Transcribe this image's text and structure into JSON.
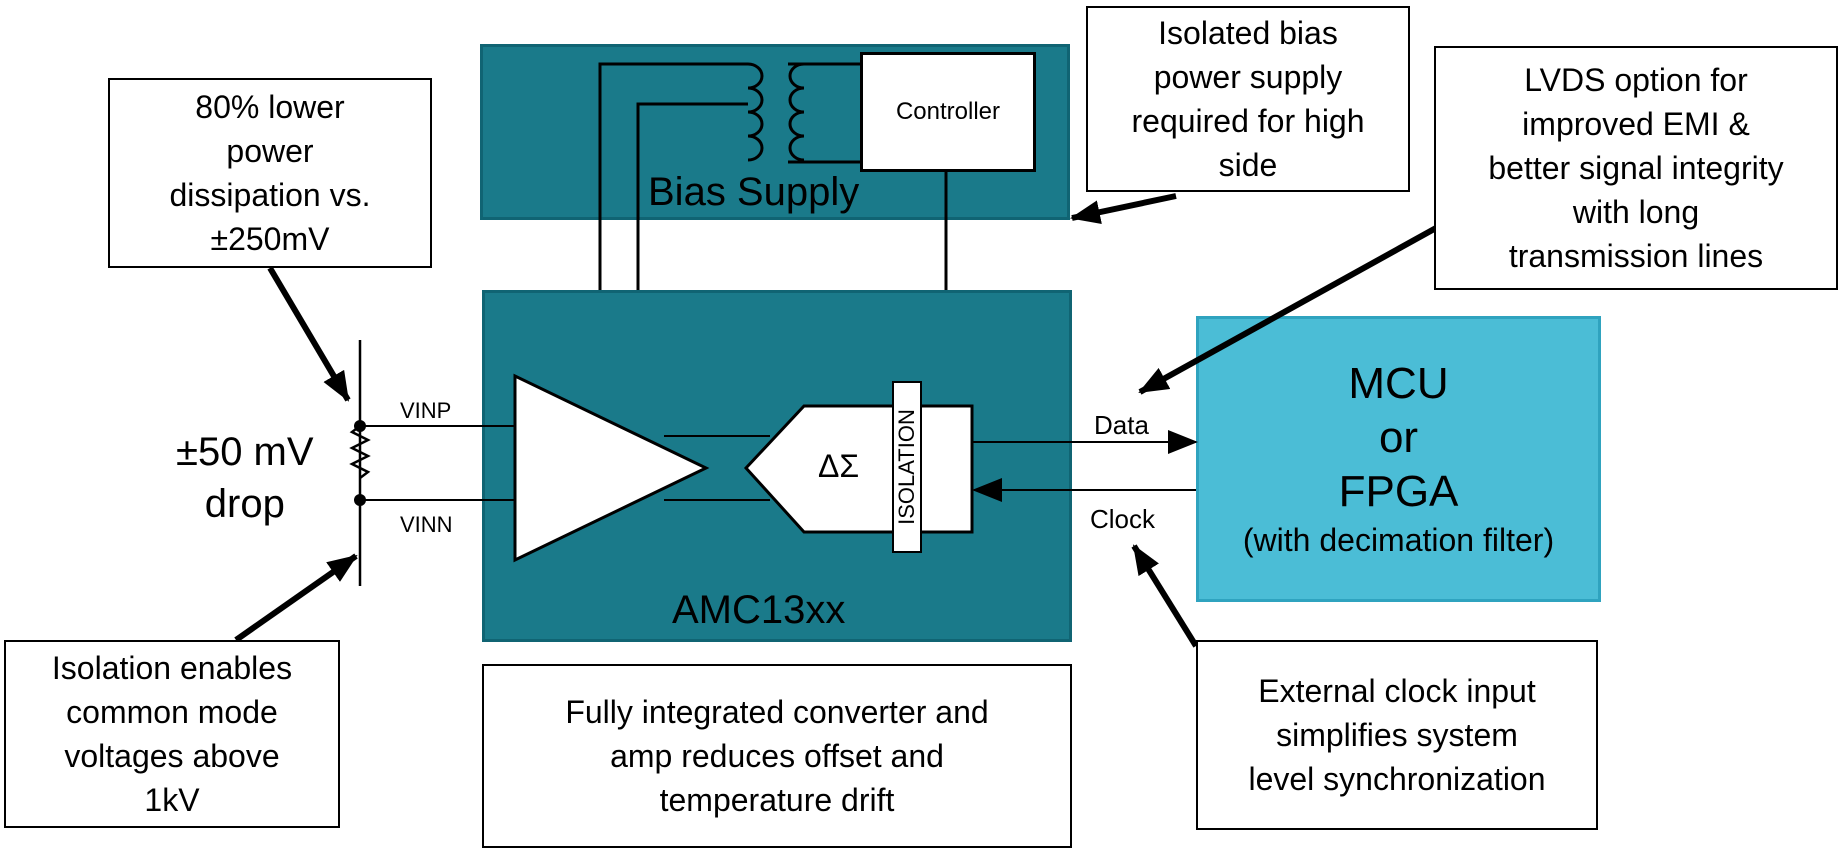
{
  "callouts": {
    "power_dissipation": "80% lower\npower\ndissipation vs.\n±250mV",
    "isolated_bias": "Isolated bias\npower supply\nrequired for high\nside",
    "lvds": "LVDS option for\nimproved EMI &\nbetter signal integrity\nwith long\ntransmission lines",
    "isolation_enables": "Isolation enables\ncommon mode\nvoltages above\n1kV",
    "fully_integrated": "Fully integrated converter and\namp reduces offset and\ntemperature drift",
    "external_clock": "External clock input\nsimplifies system\nlevel synchronization"
  },
  "blocks": {
    "bias_supply": "Bias Supply",
    "controller": "Controller",
    "amc": "AMC13xx",
    "delta_sigma": "ΔΣ",
    "isolation": "ISOLATION",
    "mcu_line1": "MCU",
    "mcu_line2": "or",
    "mcu_line3": "FPGA",
    "mcu_line4": "(with decimation filter)"
  },
  "signals": {
    "vinp": "VINP",
    "vinn": "VINN",
    "data": "Data",
    "clock": "Clock",
    "drop_line1": "±50 mV",
    "drop_line2": "drop"
  },
  "colors": {
    "teal": "#1a7a8a",
    "mcu": "#4bbdd6"
  }
}
